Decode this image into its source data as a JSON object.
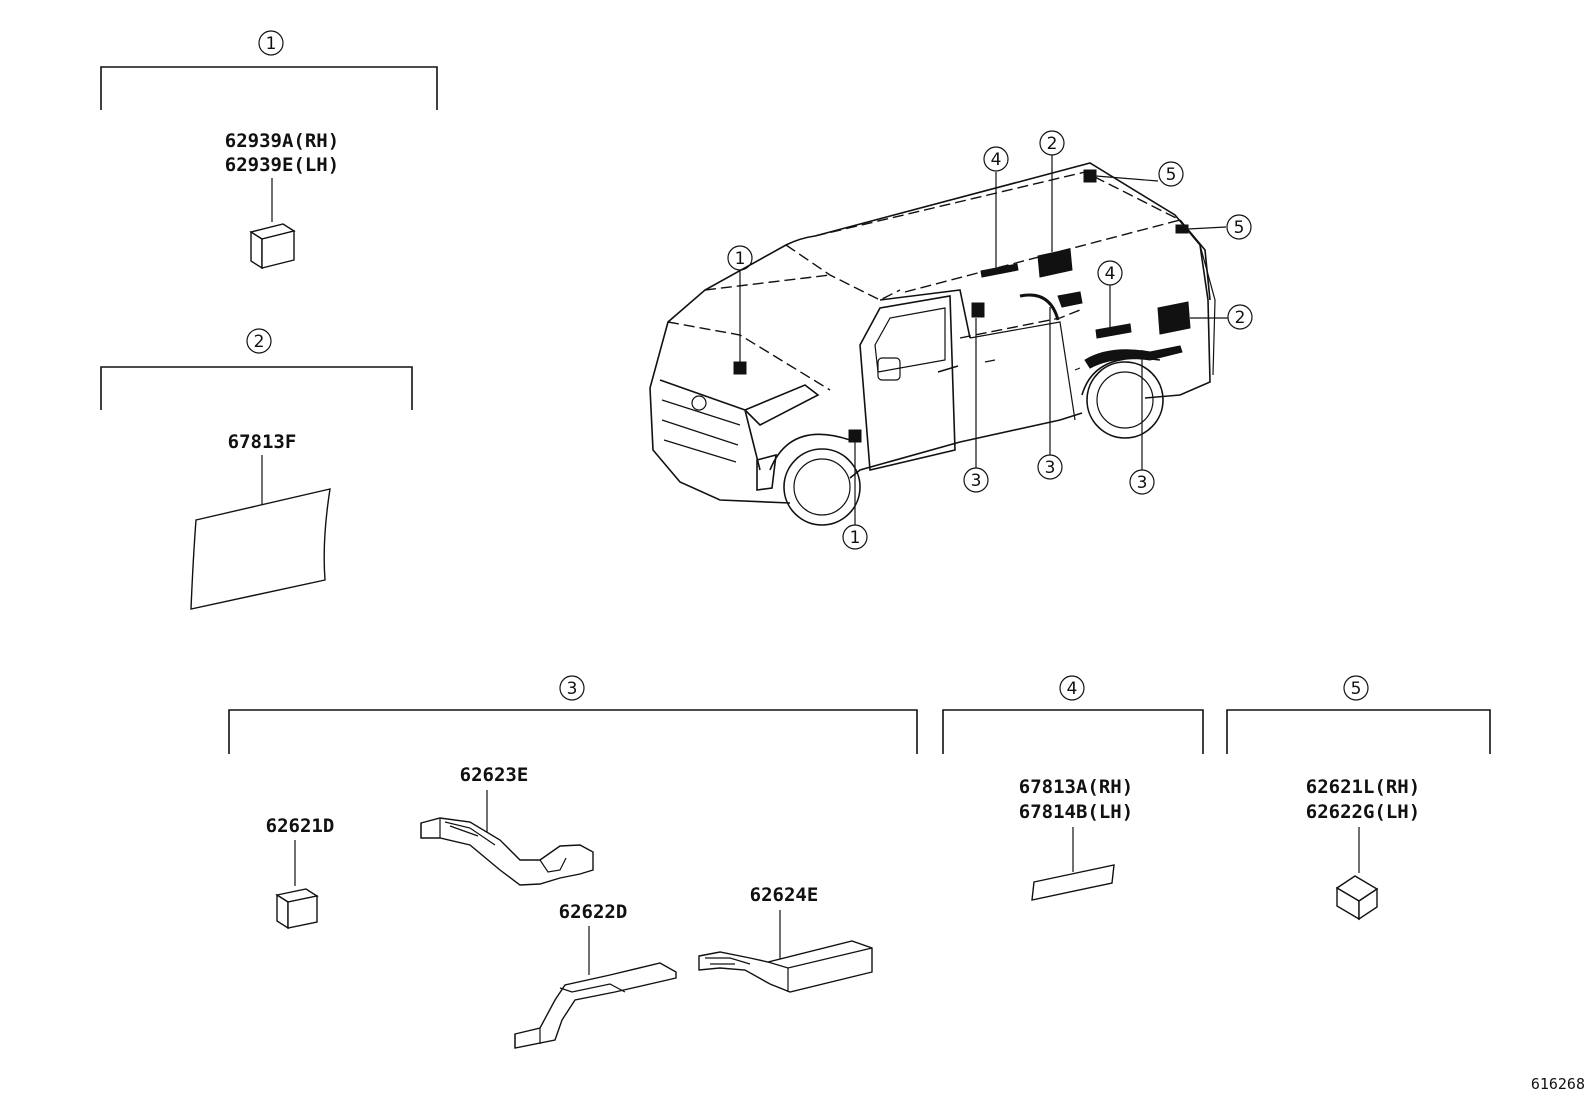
{
  "groups": {
    "g1": {
      "number": "1",
      "labels": [
        "62939A(RH)",
        "62939E(LH)"
      ]
    },
    "g2": {
      "number": "2",
      "labels": [
        "67813F"
      ]
    },
    "g3": {
      "number": "3",
      "labels": [
        "62621D",
        "62623E",
        "62622D",
        "62624E"
      ]
    },
    "g4": {
      "number": "4",
      "labels": [
        "67813A(RH)",
        "67814B(LH)"
      ]
    },
    "g5": {
      "number": "5",
      "labels": [
        "62621L(RH)",
        "62622G(LH)"
      ]
    }
  },
  "vehicle_callouts": [
    "1",
    "1",
    "2",
    "2",
    "3",
    "3",
    "3",
    "4",
    "4",
    "5",
    "5"
  ],
  "drawing_id": "616268"
}
